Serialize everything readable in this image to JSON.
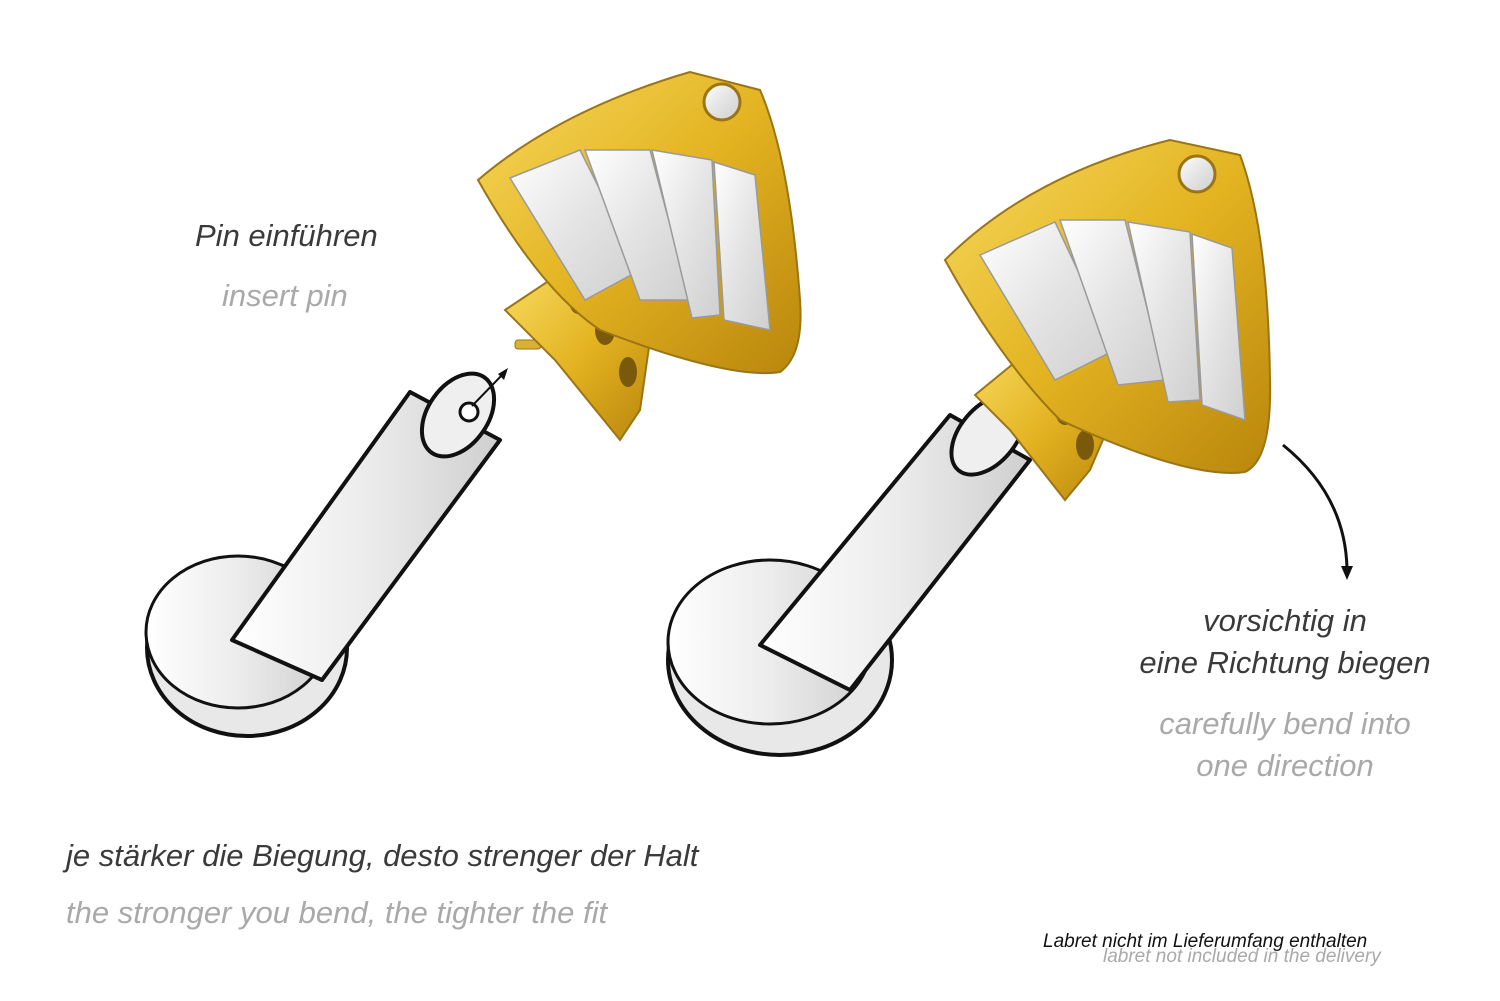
{
  "instructions": {
    "insert_de": "Pin einführen",
    "insert_en": "insert pin",
    "bend_de_line1": "vorsichtig in",
    "bend_de_line2": "eine Richtung biegen",
    "bend_en_line1": "carefully bend into",
    "bend_en_line2": "one direction",
    "fit_de": "je stärker die Biegung, desto strenger der Halt",
    "fit_en": "the stronger you bend, the tighter the fit"
  },
  "note": {
    "de": "Labret nicht im Lieferumfang enthalten",
    "en": "labret not included in the delivery"
  },
  "colors": {
    "gold": "#e3b321",
    "gold_dark": "#b9860c",
    "gold_light": "#f6d65a",
    "steel": "#e6e6e6",
    "outline": "#111111",
    "stone": "#f2f2f2"
  },
  "icons": [
    "labret-back",
    "fan-top-jewel",
    "insert-arrow",
    "bend-arrow"
  ]
}
